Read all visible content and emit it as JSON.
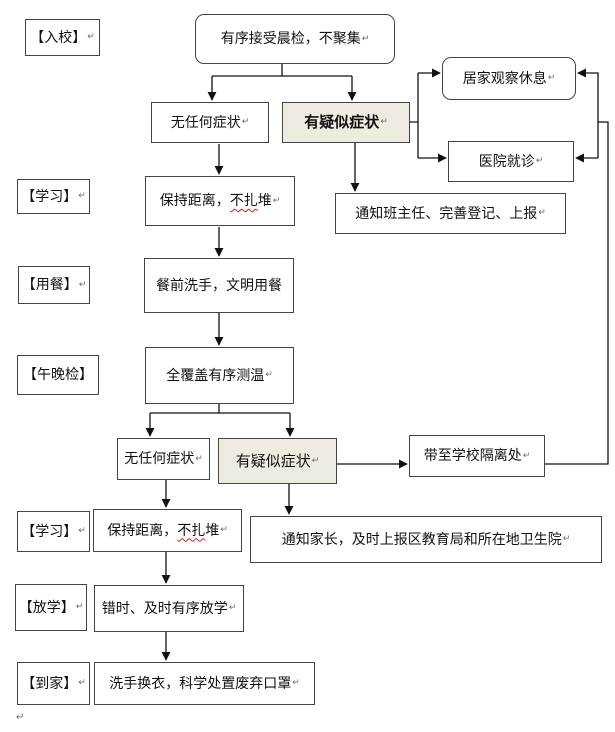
{
  "stages": {
    "arrival": "【入校】",
    "study1": "【学习】",
    "meal": "【用餐】",
    "noon_check": "【午晚检】",
    "study2": "【学习】",
    "dismissal": "【放学】",
    "home": "【到家】"
  },
  "steps": {
    "morning_check": "有序接受晨检，不聚集",
    "no_symptoms_1": "无任何症状",
    "suspected_1": "有疑似症状",
    "home_observe": "居家观察休息",
    "hospital": "医院就诊",
    "notify_teacher": "通知班主任、完善登记、上报",
    "keep_distance_1_pre": "保持距离，",
    "keep_distance_1_mark": "不扎",
    "keep_distance_1_post": "堆",
    "wash_before_meal": "餐前洗手，文明用餐",
    "full_temp_check": "全覆盖有序测温",
    "no_symptoms_2": "无任何症状",
    "suspected_2": "有疑似症状",
    "isolation_room": "带至学校隔离处",
    "keep_distance_2_pre": "保持距离，",
    "keep_distance_2_mark": "不扎",
    "keep_distance_2_post": "堆",
    "notify_parents": "通知家长，及时上报区教育局和所在地卫生院",
    "staggered_dismissal": "错时、及时有序放学",
    "change_clothes": "洗手换衣，科学处置废弃口罩"
  },
  "marks": {
    "return": "↵"
  },
  "colors": {
    "border": "#444444",
    "shaded_fill": "#eeece1",
    "spell_underline": "#d21f1f"
  }
}
